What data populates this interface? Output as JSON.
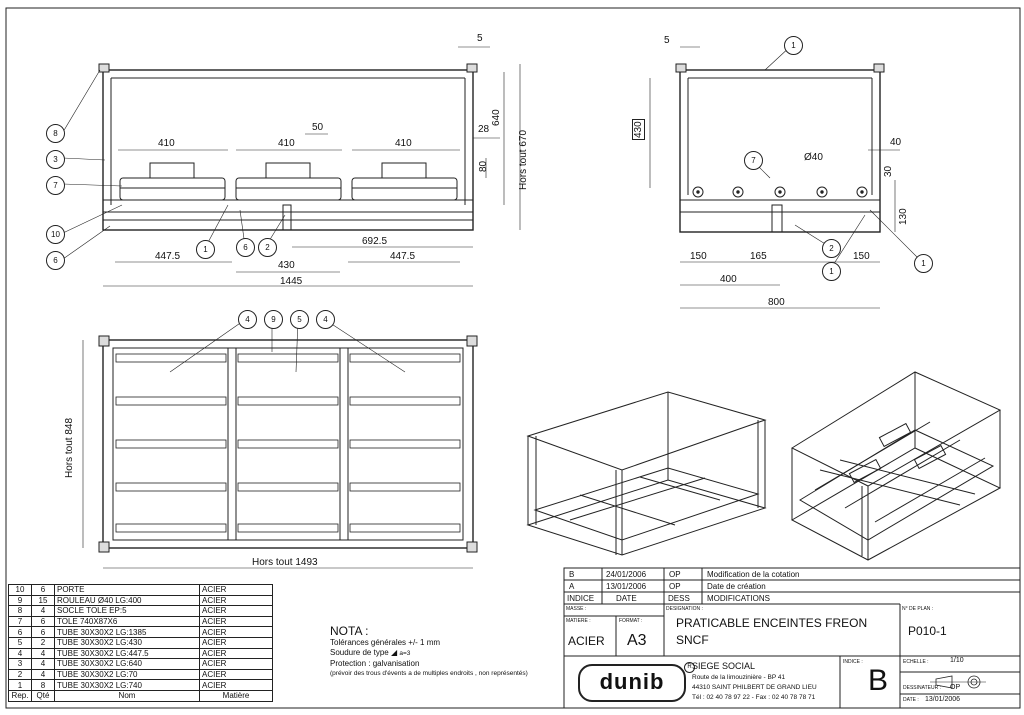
{
  "views": {
    "front": {
      "dims": {
        "top5": "5",
        "d410a": "410",
        "d410b": "410",
        "d410c": "410",
        "d50": "50",
        "d28": "28",
        "d640": "640",
        "d80": "80",
        "hors670": "Hors tout 670",
        "d447a": "447.5",
        "d430": "430",
        "d692": "692.5",
        "d447b": "447.5",
        "d1445": "1445"
      },
      "callouts": [
        "8",
        "3",
        "7",
        "10",
        "6",
        "1",
        "6",
        "2"
      ]
    },
    "side": {
      "dims": {
        "top5": "5",
        "d430": "430",
        "d40": "40",
        "dia40": "Ø40",
        "d30": "30",
        "d130": "130",
        "d150a": "150",
        "d165": "165",
        "d150b": "150",
        "d400": "400",
        "d800": "800"
      },
      "callouts": [
        "1",
        "7",
        "2",
        "1",
        "1"
      ]
    },
    "top": {
      "dims": {
        "hors848": "Hors tout 848",
        "hors1493": "Hors tout 1493"
      },
      "callouts": [
        "4",
        "9",
        "5",
        "4"
      ]
    }
  },
  "bom": {
    "headers": [
      "Rep.",
      "Qté",
      "Nom",
      "Matière"
    ],
    "rows": [
      [
        "10",
        "6",
        "PORTE",
        "ACIER"
      ],
      [
        "9",
        "15",
        "ROULEAU Ø40 LG:400",
        "ACIER"
      ],
      [
        "8",
        "4",
        "SOCLE TOLE EP:5",
        "ACIER"
      ],
      [
        "7",
        "6",
        "TOLE 740X87X6",
        "ACIER"
      ],
      [
        "6",
        "6",
        "TUBE 30X30X2 LG:1385",
        "ACIER"
      ],
      [
        "5",
        "2",
        "TUBE 30X30X2 LG:430",
        "ACIER"
      ],
      [
        "4",
        "4",
        "TUBE 30X30X2 LG:447.5",
        "ACIER"
      ],
      [
        "3",
        "4",
        "TUBE 30X30X2 LG:640",
        "ACIER"
      ],
      [
        "2",
        "4",
        "TUBE 30X30X2 LG:70",
        "ACIER"
      ],
      [
        "1",
        "8",
        "TUBE 30X30X2 LG:740",
        "ACIER"
      ]
    ]
  },
  "nota": {
    "title": "NOTA :",
    "line1": "Tolérances générales +/- 1 mm",
    "line2": "Soudure de type",
    "weld": "a=3",
    "line3": "Protection : galvanisation",
    "line4": "(prévoir des trous d'évents a de multiples endroits , non représentés)"
  },
  "revisions": {
    "rows": [
      [
        "B",
        "24/01/2006",
        "OP",
        "Modification de la cotation"
      ],
      [
        "A",
        "13/01/2006",
        "OP",
        "Date de création"
      ]
    ],
    "headers": [
      "INDICE",
      "DATE",
      "DESS",
      "MODIFICATIONS"
    ]
  },
  "titleblock": {
    "masse_label": "MASSE :",
    "matiere_label": "MATIERE :",
    "matiere": "ACIER",
    "format_label": "FORMAT :",
    "format": "A3",
    "designation_label": "DESIGNATION :",
    "designation1": "PRATICABLE ENCEINTES FREON",
    "designation2": "SNCF",
    "plan_label": "N° DE PLAN :",
    "plan": "P010-1",
    "logo": "dunib",
    "siege": "SIEGE SOCIAL",
    "addr1": "Route de la limouzinière - BP 41",
    "addr2": "44310 SAINT PHILBERT DE GRAND LIEU",
    "addr3": "Tél : 02 40 78 97 22 - Fax : 02 40 78 78 71",
    "indice_label": "INDICE :",
    "indice": "B",
    "echelle_label": "ECHELLE :",
    "echelle": "1/10",
    "dessinateur_label": "DESSINATEUR :",
    "dessinateur": "OP",
    "date_label": "DATE :",
    "date": "13/01/2006"
  }
}
